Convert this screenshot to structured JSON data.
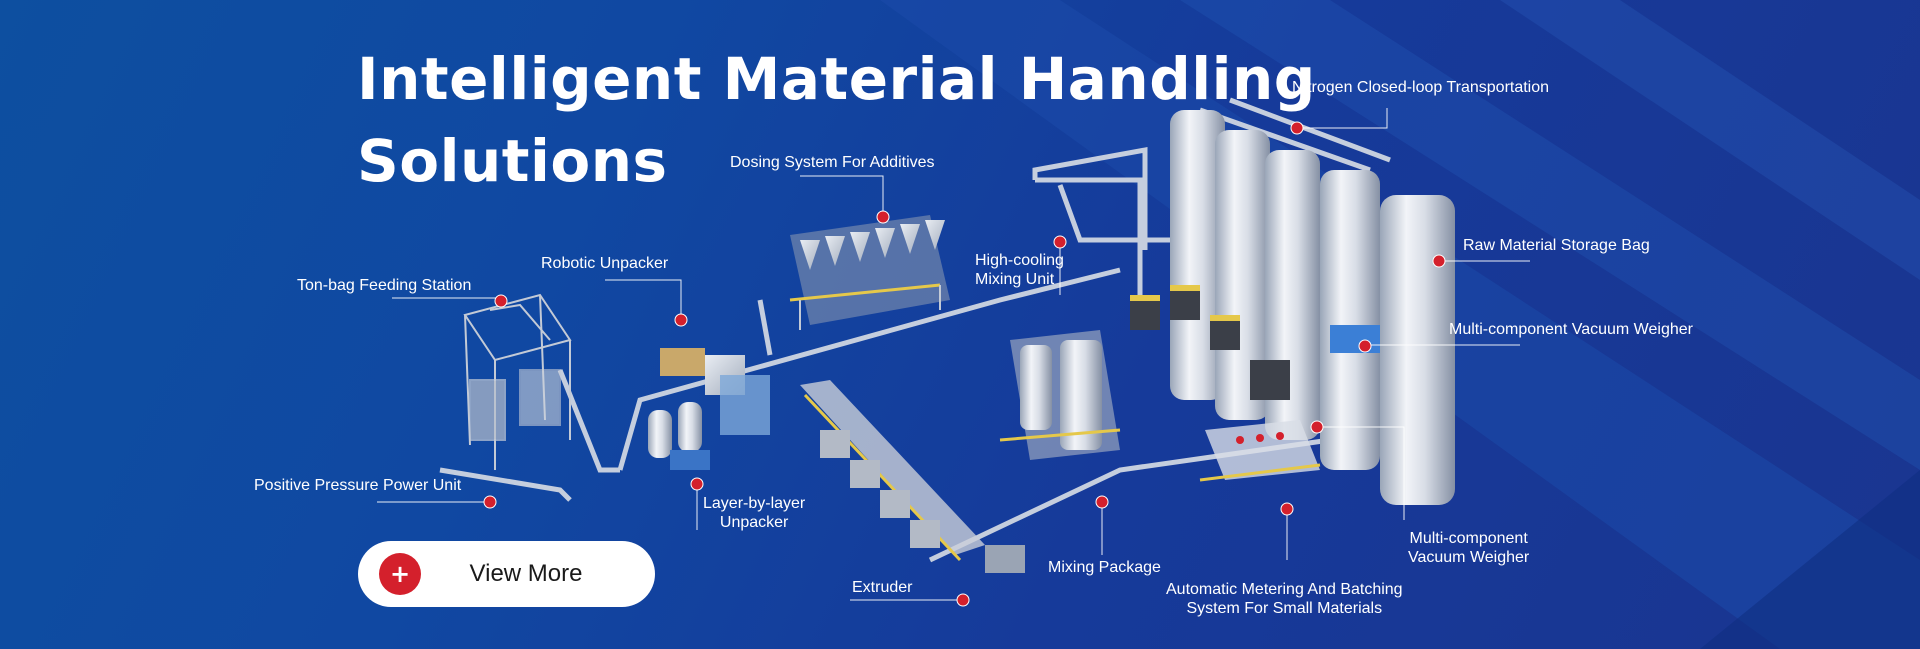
{
  "hero": {
    "title_line1": "Intelligent Material Handling",
    "title_line2": "Solutions"
  },
  "cta": {
    "label": "View More",
    "icon": "plus-icon",
    "icon_glyph": "+"
  },
  "colors": {
    "background": "#1048a2",
    "accent_red": "#d4202c",
    "text": "#ffffff"
  },
  "callouts": {
    "nitrogen": "Nitrogen Closed-loop Transportation",
    "dosing": "Dosing System For Additives",
    "raw_storage": "Raw Material Storage Bag",
    "robotic_unpacker": "Robotic Unpacker",
    "high_cooling_1": "High-cooling",
    "high_cooling_2": "Mixing Unit",
    "ton_bag": "Ton-bag Feeding Station",
    "vacuum_weigher_top": "Multi-component Vacuum Weigher",
    "positive_pressure": "Positive Pressure Power Unit",
    "layer_unpacker_1": "Layer-by-layer",
    "layer_unpacker_2": "Unpacker",
    "vacuum_weigher_bottom_1": "Multi-component",
    "vacuum_weigher_bottom_2": "Vacuum Weigher",
    "mixing_package": "Mixing Package",
    "extruder": "Extruder",
    "auto_metering_1": "Automatic Metering And Batching",
    "auto_metering_2": "System For Small Materials"
  }
}
